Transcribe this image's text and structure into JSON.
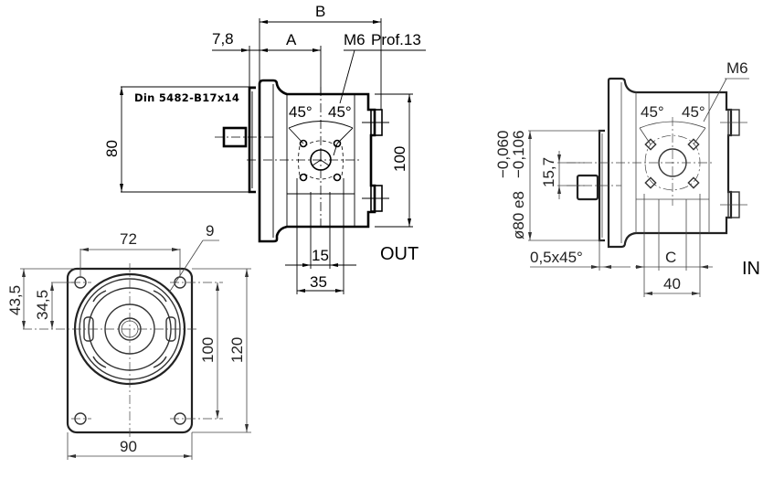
{
  "drawing": {
    "title": "Gear pump dimensional drawing",
    "side_view_out": {
      "port_label": "OUT",
      "dims": {
        "B": "B",
        "A": "A",
        "offset": "7,8",
        "thread": "M6",
        "depth": "Prof.13",
        "spline": "Din 5482-B17x14",
        "shaft_height": "80",
        "body_height": "100",
        "port_spacing": "15",
        "port_width": "35",
        "angle_left": "45°",
        "angle_right": "45°"
      }
    },
    "front_view": {
      "dims": {
        "bolt_spacing_h": "72",
        "hole_dia": "9",
        "top_offset_outer": "43,5",
        "top_offset_inner": "34,5",
        "bolt_spacing_v": "100",
        "height": "120",
        "width": "90"
      }
    },
    "side_view_in": {
      "port_label": "IN",
      "dims": {
        "thread": "M6",
        "tol_upper": "−0,060",
        "tol_lower": "−0,106",
        "pilot": "ø80 e8",
        "key_height": "15,7",
        "chamfer": "0,5x45°",
        "C": "C",
        "port_width": "40",
        "angle_left": "45°",
        "angle_right": "45°"
      }
    }
  }
}
